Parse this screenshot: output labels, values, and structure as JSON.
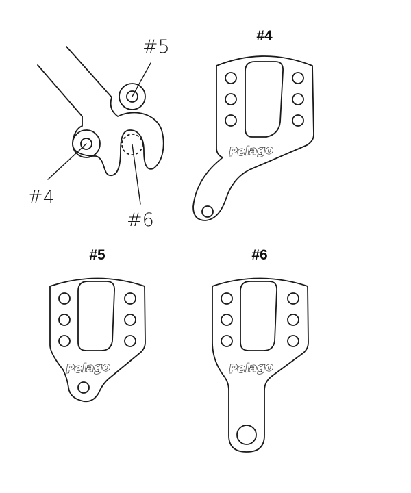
{
  "callouts": {
    "mount_5": "#5",
    "mount_4": "#4",
    "mount_6": "#6"
  },
  "plates": [
    {
      "id": "4",
      "label": "#4",
      "brand": "Pelago"
    },
    {
      "id": "5",
      "label": "#5",
      "brand": "Pelago"
    },
    {
      "id": "6",
      "label": "#6",
      "brand": "Pelago"
    }
  ],
  "colors": {
    "line": "#1a1a1a",
    "background": "#ffffff"
  }
}
